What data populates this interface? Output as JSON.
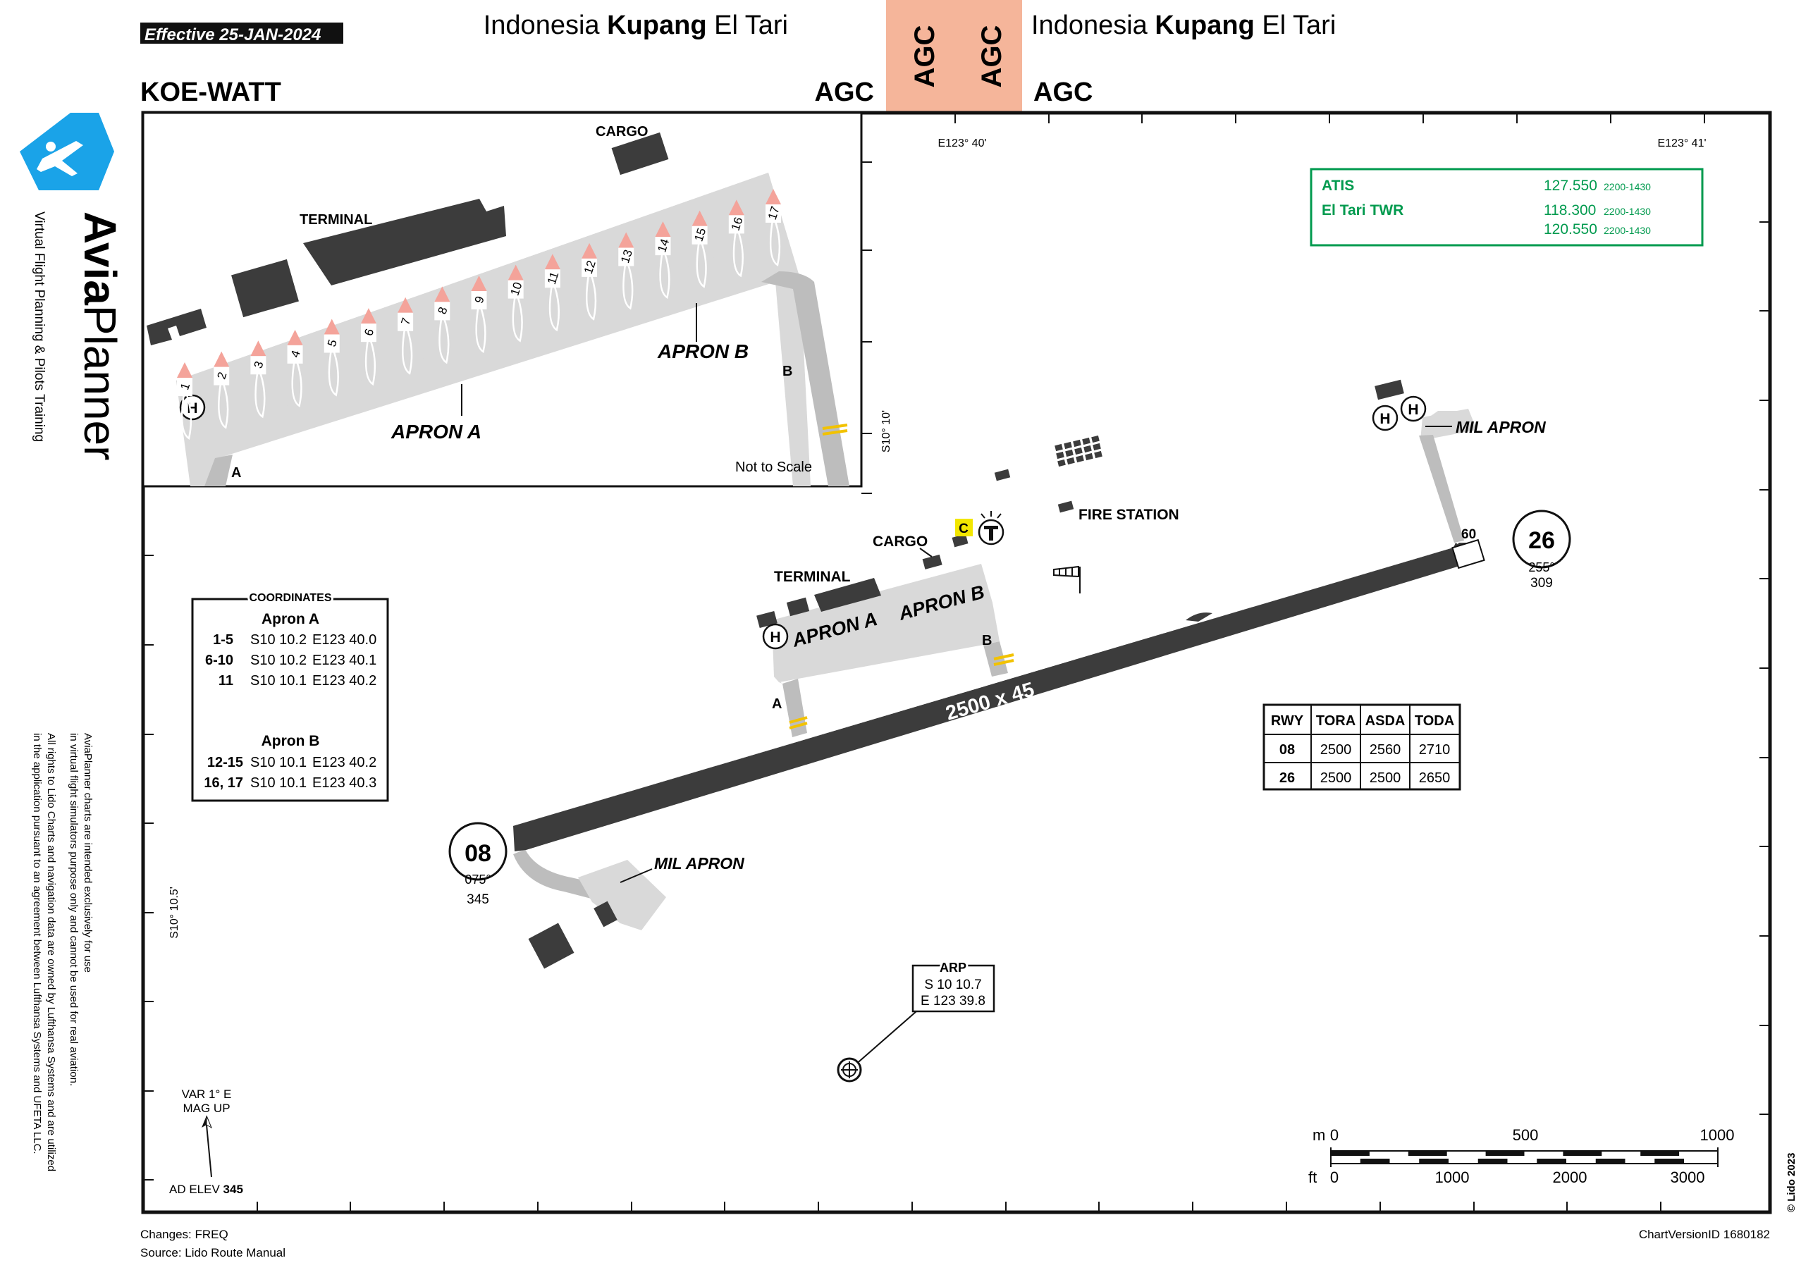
{
  "header": {
    "effective": "Effective  25-JAN-2024",
    "country": "Indonesia",
    "city": "Kupang",
    "airport": "El Tari",
    "chart_name": "KOE-WATT",
    "icao": "AGC",
    "tab_left": "AGC",
    "tab_right": "AGC"
  },
  "brand": {
    "name_bold": "Avia",
    "name_regular": "Planner",
    "tagline": "Virtual Flight Planning & Pilots Training",
    "disclaimer": [
      "AviaPlanner charts are intended exclusively for use",
      "in virtual flight simulators  purpose only and cannot be used for real aviation.",
      "All rights to Lido Charts and navigation data are owned by Lufthansa Systems and are utilized",
      "in the application pursuant to an agreement between Lufthansa Systems and UFETA LLC."
    ]
  },
  "coords": {
    "lon1": "E123° 40'",
    "lon2": "E123° 41'",
    "lat1": "S10° 10'",
    "lat2": "S10° 10.5'"
  },
  "freq": {
    "atis_label": "ATIS",
    "atis_freq": "127.550",
    "atis_hours": "2200-1430",
    "twr_label": "El Tari TWR",
    "twr_freq1": "118.300",
    "twr_hours1": "2200-1430",
    "twr_freq2": "120.550",
    "twr_hours2": "2200-1430"
  },
  "coordinates_table": {
    "title": "COORDINATES",
    "apron_a_title": "Apron A",
    "apron_a_rows": [
      [
        "1-5",
        "S10 10.2",
        "E123 40.0"
      ],
      [
        "6-10",
        "S10 10.2",
        "E123 40.1"
      ],
      [
        "11",
        "S10 10.1",
        "E123 40.2"
      ]
    ],
    "apron_b_title": "Apron B",
    "apron_b_rows": [
      [
        "12-15",
        "S10 10.1",
        "E123 40.2"
      ],
      [
        "16, 17",
        "S10 10.1",
        "E123 40.3"
      ]
    ]
  },
  "runway_table": {
    "headers": [
      "RWY",
      "TORA",
      "ASDA",
      "TODA"
    ],
    "rows": [
      [
        "08",
        "2500",
        "2560",
        "2710"
      ],
      [
        "26",
        "2500",
        "2500",
        "2650"
      ]
    ]
  },
  "inset": {
    "stands": [
      "1",
      "2",
      "3",
      "4",
      "5",
      "6",
      "7",
      "8",
      "9",
      "10",
      "11",
      "12",
      "13",
      "14",
      "15",
      "16",
      "17"
    ],
    "cargo": "CARGO",
    "terminal": "TERMINAL",
    "apron_a": "APRON A",
    "apron_b": "APRON B",
    "twy_a": "A",
    "twy_b": "B",
    "heli": "H",
    "note": "Not to Scale"
  },
  "main": {
    "runway_dims": "2500 x 45",
    "rwy08": {
      "number": "08",
      "bearing": "075°",
      "elev": "345"
    },
    "rwy26": {
      "number": "26",
      "bearing": "255°",
      "elev": "309"
    },
    "displaced_60": "60",
    "mil_apron": "MIL APRON",
    "fire_station": "FIRE STATION",
    "cargo": "CARGO",
    "terminal": "TERMINAL",
    "apron_a": "APRON A",
    "apron_b": "APRON B",
    "twy_a": "A",
    "twy_b": "B",
    "heli": "H",
    "hotspot": "C",
    "arp_title": "ARP",
    "arp_lat": "S 10 10.7",
    "arp_lon": "E 123 39.8",
    "var": "VAR 1° E",
    "mag_up": "MAG UP",
    "ad_elev_label": "AD ELEV",
    "ad_elev_value": "345"
  },
  "scale": {
    "m_unit": "m",
    "m_ticks": [
      "0",
      "500",
      "1000"
    ],
    "ft_unit": "ft",
    "ft_ticks": [
      "0",
      "1000",
      "2000",
      "3000"
    ]
  },
  "footer": {
    "changes": "Changes: FREQ",
    "source": "Source: Lido Route Manual",
    "version": "ChartVersionID  1680182",
    "copyright": "© Lido 2023"
  },
  "colors": {
    "runway": "#3c3c3c",
    "apron": "#d9d9d9",
    "building": "#3c3c3c",
    "stand_marker": "#f4a39a",
    "tab": "#f5b59a",
    "freq_green": "#009a4e",
    "hotspot": "#f2e600",
    "brand_blue": "#1aa3e8",
    "marking_yellow": "#f2c200"
  }
}
